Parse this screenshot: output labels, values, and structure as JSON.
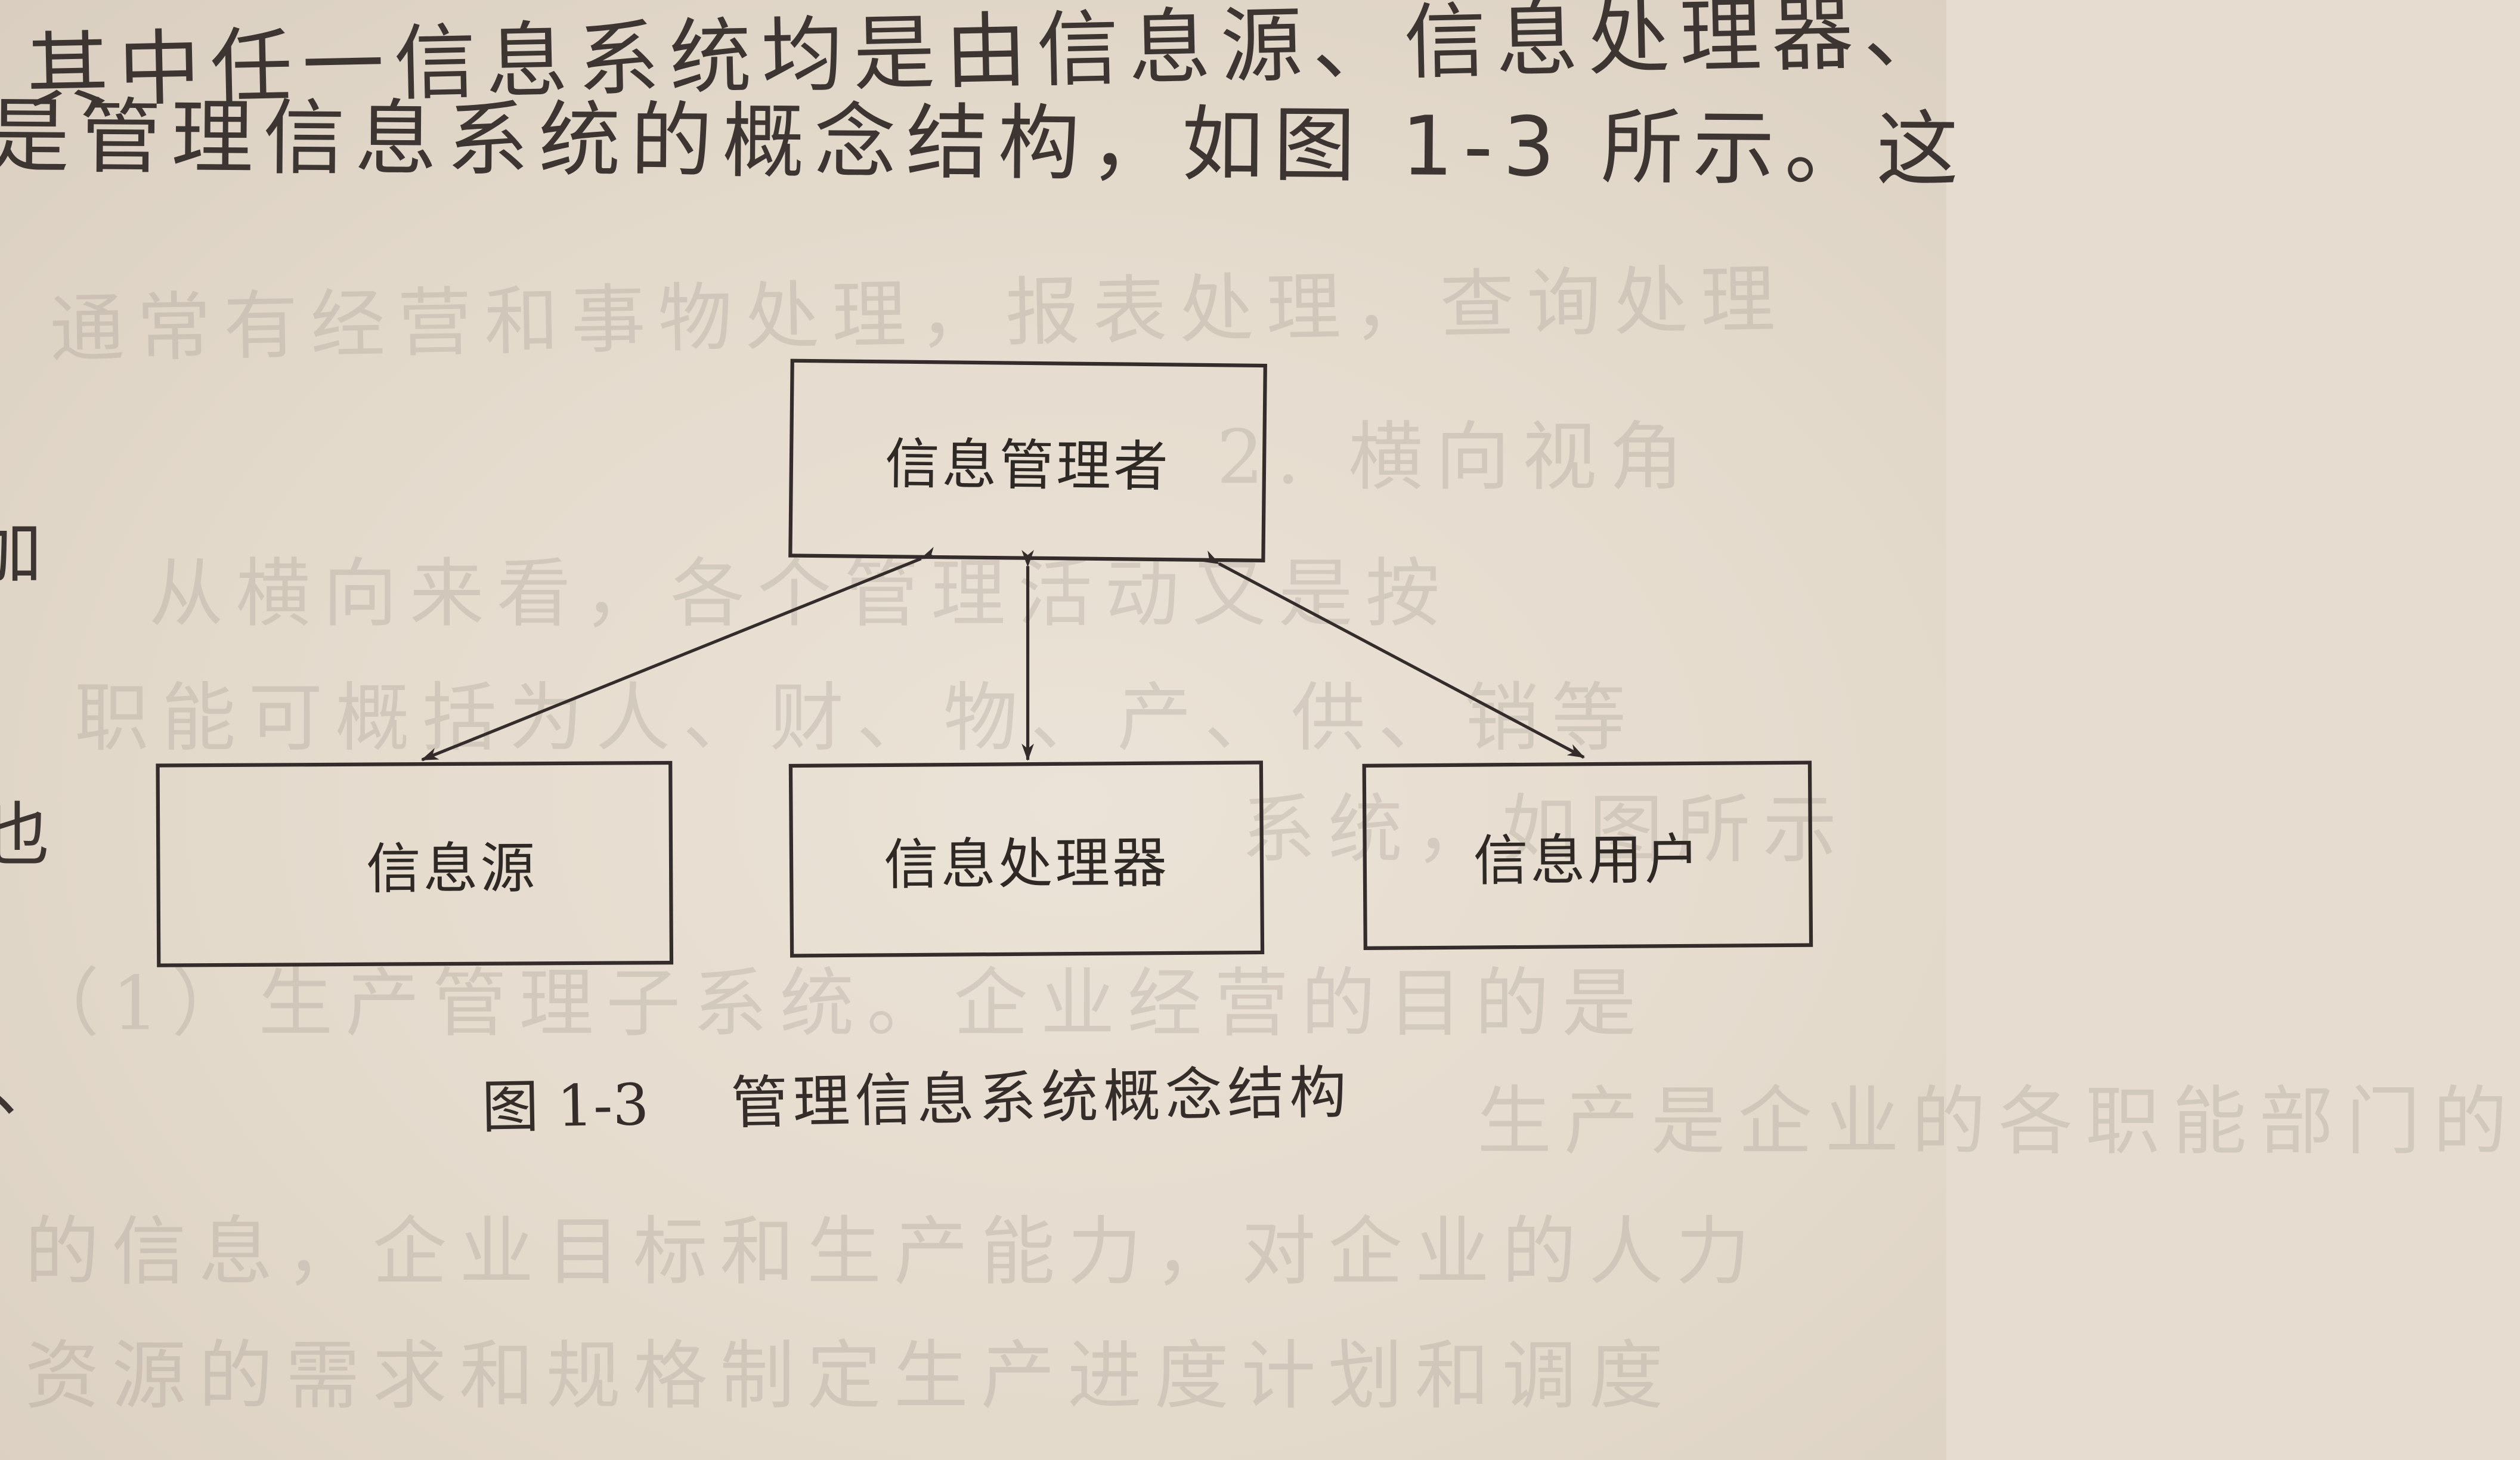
{
  "page": {
    "body_lines": [
      "其中任一信息系统均是由信息源、信息处理器、",
      "是管理信息系统的概念结构，如图 1-3 所示。这"
    ],
    "left_edge_chars": [
      "加",
      "也",
      "、"
    ]
  },
  "figure": {
    "number": "图 1-3",
    "title": "管理信息系统概念结构",
    "nodes": {
      "manager": "信息管理者",
      "source": "信息源",
      "processor": "信息处理器",
      "user": "信息用户"
    },
    "edges": [
      {
        "from": "manager",
        "to": "source",
        "type": "bidirectional"
      },
      {
        "from": "manager",
        "to": "processor",
        "type": "bidirectional"
      },
      {
        "from": "manager",
        "to": "user",
        "type": "bidirectional"
      }
    ],
    "line_color": "#332c2a"
  },
  "bleed_through": [
    "通常有经营和事物处理，报表处理，查询处理",
    "2. 横向视角",
    "从横向来看，各个管理活动又是按",
    "职能可概括为人、财、物、产、供、销等",
    "系统，如图所示",
    "（1）生产管理子系统。企业经营的目的是",
    "生产是企业的各职能部门的",
    "的信息，企业目标和生产能力，对企业的人力",
    "资源的需求和规格制定生产进度计划和调度"
  ]
}
